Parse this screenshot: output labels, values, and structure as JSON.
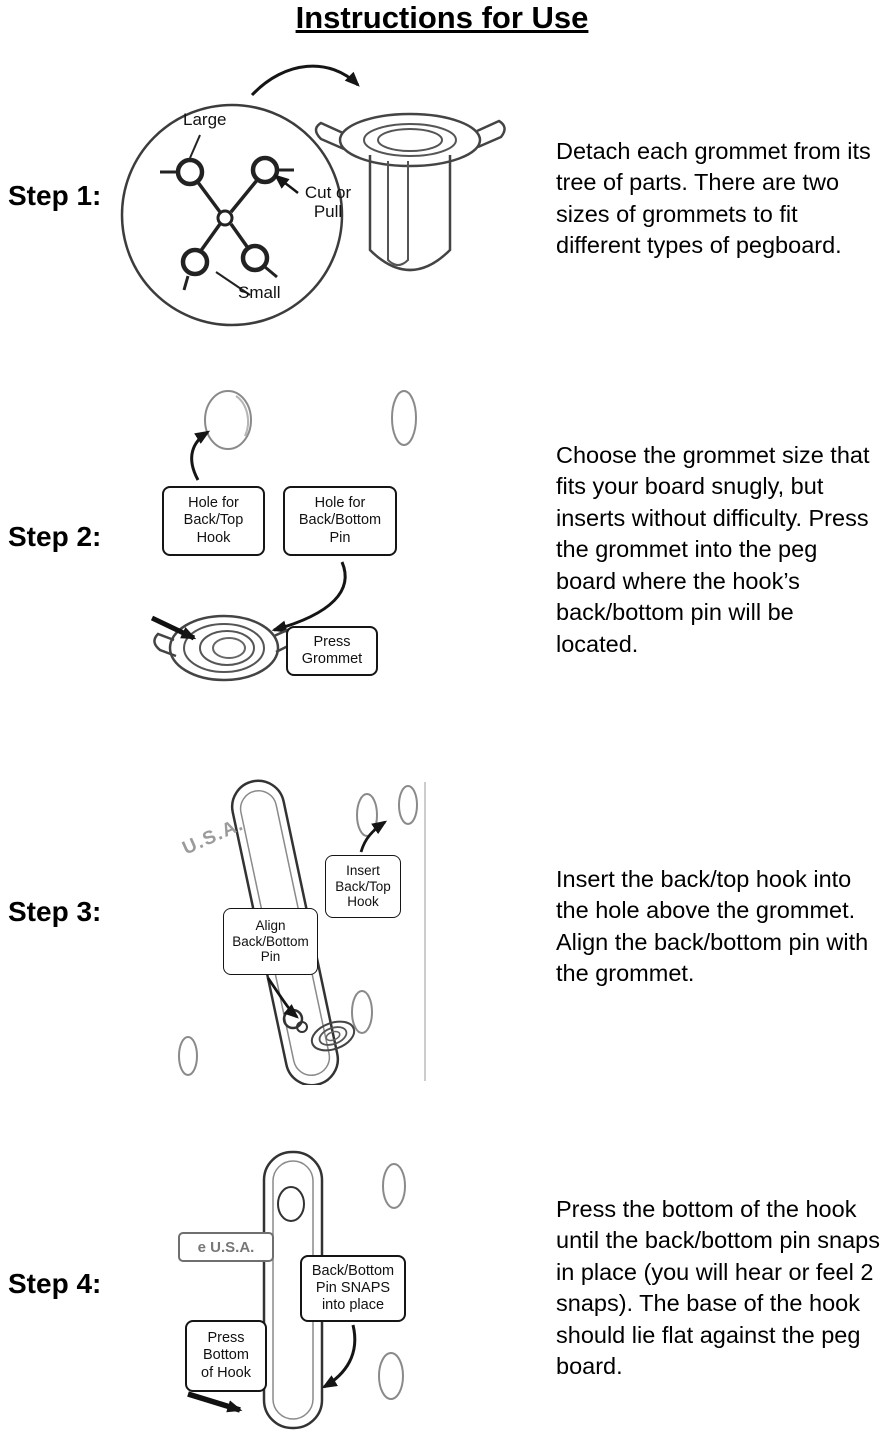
{
  "title": "Instructions for Use",
  "steps": [
    {
      "label": "Step 1:",
      "text": "Detach each grommet from its tree of parts. There are two sizes of grommets to fit different types of pegboard.",
      "callouts": {
        "large": "Large",
        "small": "Small",
        "cut_or_pull": "Cut or\nPull"
      }
    },
    {
      "label": "Step 2:",
      "text": "Choose the grommet size that fits your board snugly, but inserts without difficulty. Press the grommet into the peg board where the hook’s back/bottom pin will be located.",
      "callouts": {
        "hole_back_top": "Hole for\nBack/Top\nHook",
        "hole_back_bottom": "Hole for\nBack/Bottom\nPin",
        "press_grommet": "Press\nGrommet"
      }
    },
    {
      "label": "Step 3:",
      "text": "Insert the back/top hook into the hole above the grommet. Align the back/bottom pin with the grommet.",
      "callouts": {
        "insert_hook": "Insert\nBack/Top\nHook",
        "align_pin": "Align\nBack/Bottom\nPin",
        "usa_stamp": "U.S.A."
      }
    },
    {
      "label": "Step 4:",
      "text": "Press the bottom of the hook until the back/bottom pin snaps in place (you will hear or feel 2 snaps). The base of the hook should lie flat against the peg board.",
      "callouts": {
        "pin_snaps": "Back/Bottom\nPin SNAPS\ninto place",
        "press_bottom": "Press\nBottom\nof Hook",
        "usa_stamp": "e U.S.A."
      }
    }
  ]
}
